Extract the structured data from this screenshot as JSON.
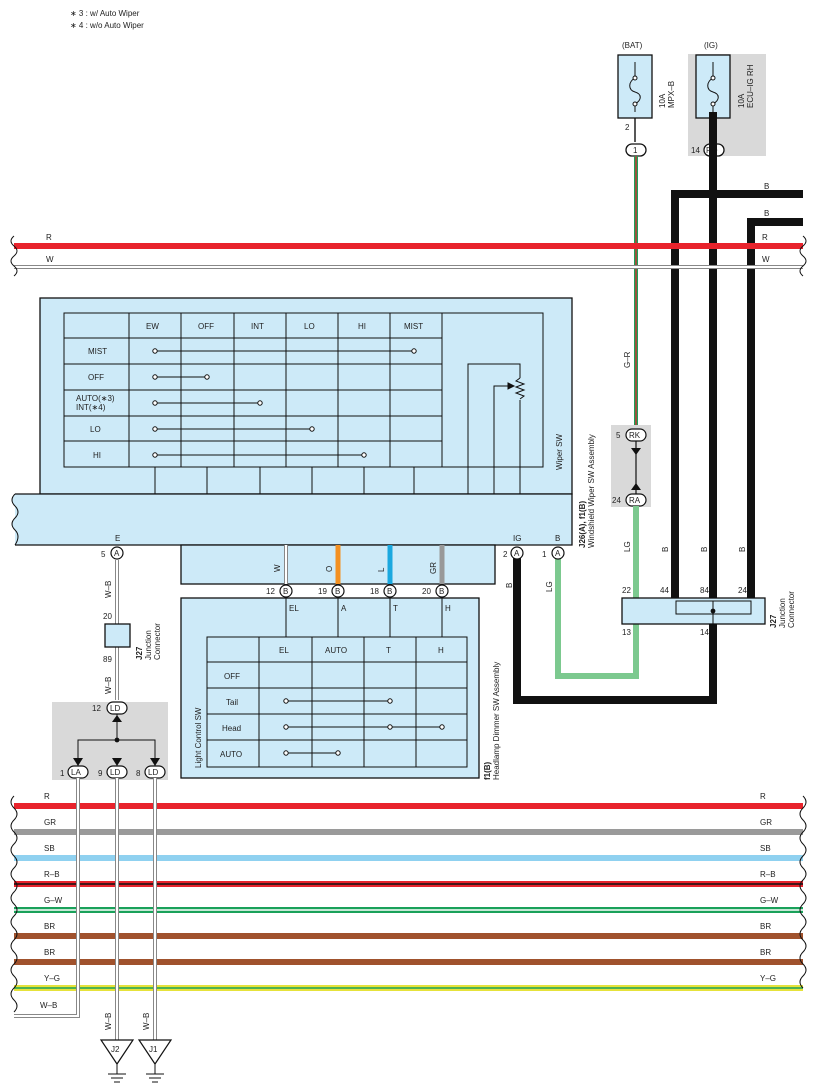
{
  "notes": [
    "∗ 3 : w/ Auto Wiper",
    "∗ 4 : w/o Auto Wiper"
  ],
  "fuses": {
    "bat": {
      "source": "(BAT)",
      "rating": "10A",
      "name": "MPX–B",
      "pin": "2",
      "connector": "1"
    },
    "ig": {
      "source": "(IG)",
      "rating": "10A",
      "name": "ECU–IG RH",
      "pin": "14",
      "connector": "RD"
    }
  },
  "top_wires": {
    "r": "R",
    "w": "W",
    "b1": "B",
    "b2": "B",
    "r_right": "R",
    "w_right": "W"
  },
  "wiper_assembly": {
    "name": "J26(A), f1(B)",
    "title": "Windshield Wiper SW Assembly",
    "sw_label": "Wiper SW",
    "columns": [
      "EW",
      "OFF",
      "INT",
      "LO",
      "HI",
      "MIST"
    ],
    "rows": [
      "MIST",
      "OFF",
      "AUTO(∗3)",
      "INT(∗4)",
      "LO",
      "HI"
    ],
    "pins": {
      "e": {
        "label": "E",
        "num": "5",
        "conn": "A"
      },
      "ig": {
        "label": "IG",
        "num": "2",
        "conn": "A"
      },
      "b": {
        "label": "B",
        "num": "1",
        "conn": "A"
      }
    }
  },
  "lower_pins": [
    {
      "wire": "W",
      "num": "12",
      "conn": "B",
      "label": "EL"
    },
    {
      "wire": "O",
      "num": "19",
      "conn": "B",
      "label": "A"
    },
    {
      "wire": "L",
      "num": "18",
      "conn": "B",
      "label": "T"
    },
    {
      "wire": "GR",
      "num": "20",
      "conn": "B",
      "label": "H"
    }
  ],
  "headlamp_assembly": {
    "name": "f1(B)",
    "title": "Headlamp Dimmer SW Assembly",
    "sw_label": "Light Control SW",
    "columns": [
      "EL",
      "AUTO",
      "T",
      "H"
    ],
    "rows": [
      "OFF",
      "Tail",
      "Head",
      "AUTO"
    ]
  },
  "relay": {
    "top_pin": "5",
    "top_conn": "RK",
    "bottom_pin": "24",
    "bottom_conn": "RA",
    "wire": "G–R"
  },
  "jc_right": {
    "name": "J27",
    "title1": "Junction",
    "title2": "Connector",
    "pins": [
      "22",
      "44",
      "84",
      "24",
      "13",
      "14"
    ]
  },
  "jc_left": {
    "name": "J27",
    "title1": "Junction",
    "title2": "Connector",
    "pin_top": "20",
    "pin_bottom": "89"
  },
  "wire_labels": {
    "lg1": "LG",
    "lg2": "LG",
    "b1": "B",
    "b2": "B",
    "b3": "B",
    "b_ig": "B",
    "wb1": "W–B",
    "wb2": "W–B",
    "wb3": "W–B",
    "wb4": "W–B"
  },
  "ground_connector": {
    "top_num": "12",
    "top_conn": "LD",
    "pins": [
      {
        "num": "1",
        "conn": "LA"
      },
      {
        "num": "9",
        "conn": "LD"
      },
      {
        "num": "8",
        "conn": "LD"
      }
    ]
  },
  "grounds": [
    "J2",
    "J1"
  ],
  "bottom_wires": [
    {
      "label": "R",
      "color": "#e8232c"
    },
    {
      "label": "GR",
      "color": "#9a9a9a"
    },
    {
      "label": "SB",
      "color": "#8fd1f0"
    },
    {
      "label": "R–B",
      "color": "#e8232c"
    },
    {
      "label": "G–W",
      "color": "#1aa15a"
    },
    {
      "label": "BR",
      "color": "#a0522d"
    },
    {
      "label": "BR",
      "color": "#a0522d"
    },
    {
      "label": "Y–G",
      "color": "#e6e23a"
    }
  ],
  "wb_bottom": "W–B",
  "colors": {
    "orange": "#f39021",
    "blue": "#1aa8df",
    "gray": "#999999",
    "green": "#1aa15a",
    "lightgreen": "#7cc98f",
    "red": "#e8232c"
  }
}
